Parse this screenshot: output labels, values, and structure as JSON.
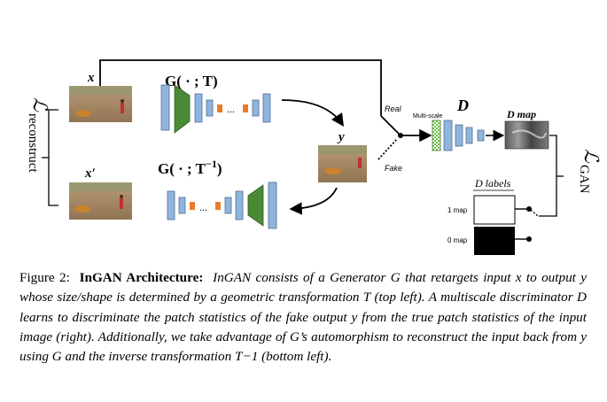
{
  "diagram": {
    "label_x": "x",
    "label_x_prime": "x′",
    "label_y": "y",
    "label_D": "D",
    "label_D_map": "D map",
    "label_D_labels": "D labels",
    "label_real": "Real",
    "label_fake": "Fake",
    "label_multiscale": "Multi-scale",
    "label_1map": "1 map",
    "label_0map": "0 map",
    "label_G_forward": "G( · ; T)",
    "label_G_inverse": "G( · ; T",
    "label_G_inverse_sup": "−1",
    "label_G_inverse_close": ")",
    "label_dots": "...",
    "label_L_reconstruct": "reconstruct",
    "label_L_GAN": "GAN",
    "colors": {
      "blue_layer": "#8fb4de",
      "green_layer": "#4a8a34",
      "orange_layer": "#e97a2c",
      "checker": "#6cbf4a"
    }
  },
  "caption": {
    "lead": "Figure 2:",
    "title": "InGAN Architecture:",
    "body": "InGAN consists of a Generator G that retargets input x to output y whose size/shape is determined by a geometric transformation T (top left). A multiscale discriminator D learns to discriminate the patch statistics of the fake output y from the true patch statistics of the input image (right). Additionally, we take advantage of G’s automorphism to reconstruct the input back from y using G and the inverse transformation T−1 (bottom left)."
  }
}
